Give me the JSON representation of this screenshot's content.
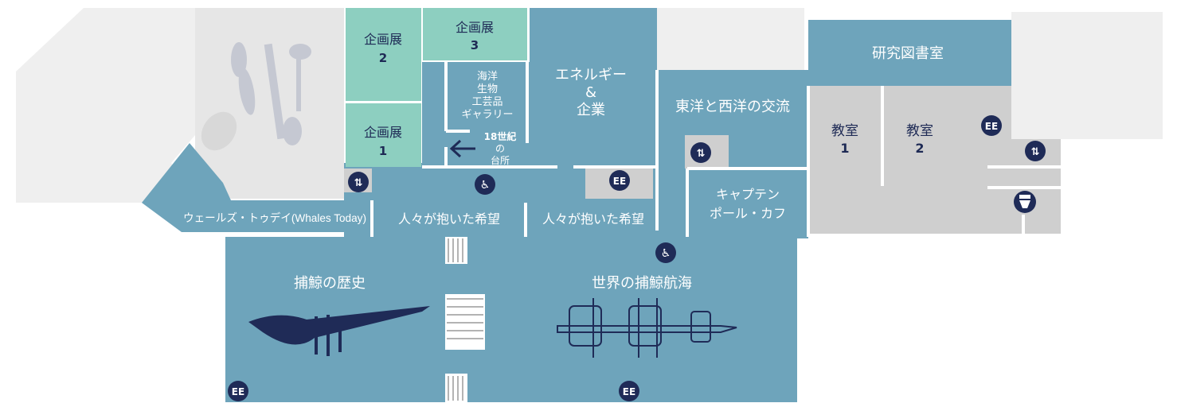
{
  "colors": {
    "exhibit_blue": "#6ea4bb",
    "special_green": "#8dcfc0",
    "service_gray": "#cfcfcf",
    "outer_light": "#efefef",
    "icon_navy": "#1f2b57",
    "wall_white": "#ffffff"
  },
  "rooms": {
    "special2_line1": "企画展",
    "special2_line2": "2",
    "special3_line1": "企画展",
    "special3_line2": "3",
    "special1_line1": "企画展",
    "special1_line2": "1",
    "marine_l1": "海洋",
    "marine_l2": "生物",
    "marine_l3": "工芸品",
    "marine_l4": "ギャラリー",
    "kitchen_l1": "18世紀",
    "kitchen_l2": "の",
    "kitchen_l3": "台所",
    "energy_l1": "エネルギー",
    "energy_l2": "&",
    "energy_l3": "企業",
    "library": "研究図書室",
    "east_west": "東洋と西洋の交流",
    "class1_l1": "教室",
    "class1_l2": "1",
    "class2_l1": "教室",
    "class2_l2": "2",
    "captain_l1": "キャプテン",
    "captain_l2": "ポール・カフ",
    "whales_today": "ウェールズ・トゥデイ(Whales Today)",
    "hopes1": "人々が抱いた希望",
    "hopes2": "人々が抱いた希望",
    "whaling_history": "捕鯨の歴史",
    "world_voyages": "世界の捕鯨航海"
  },
  "icons": {
    "elevator": "elevator-icon",
    "exit": "emergency-exit-icon",
    "accessible": "wheelchair-icon",
    "restroom": "restroom-icon",
    "direction": "arrow-left-icon",
    "exit_label": "EE"
  }
}
